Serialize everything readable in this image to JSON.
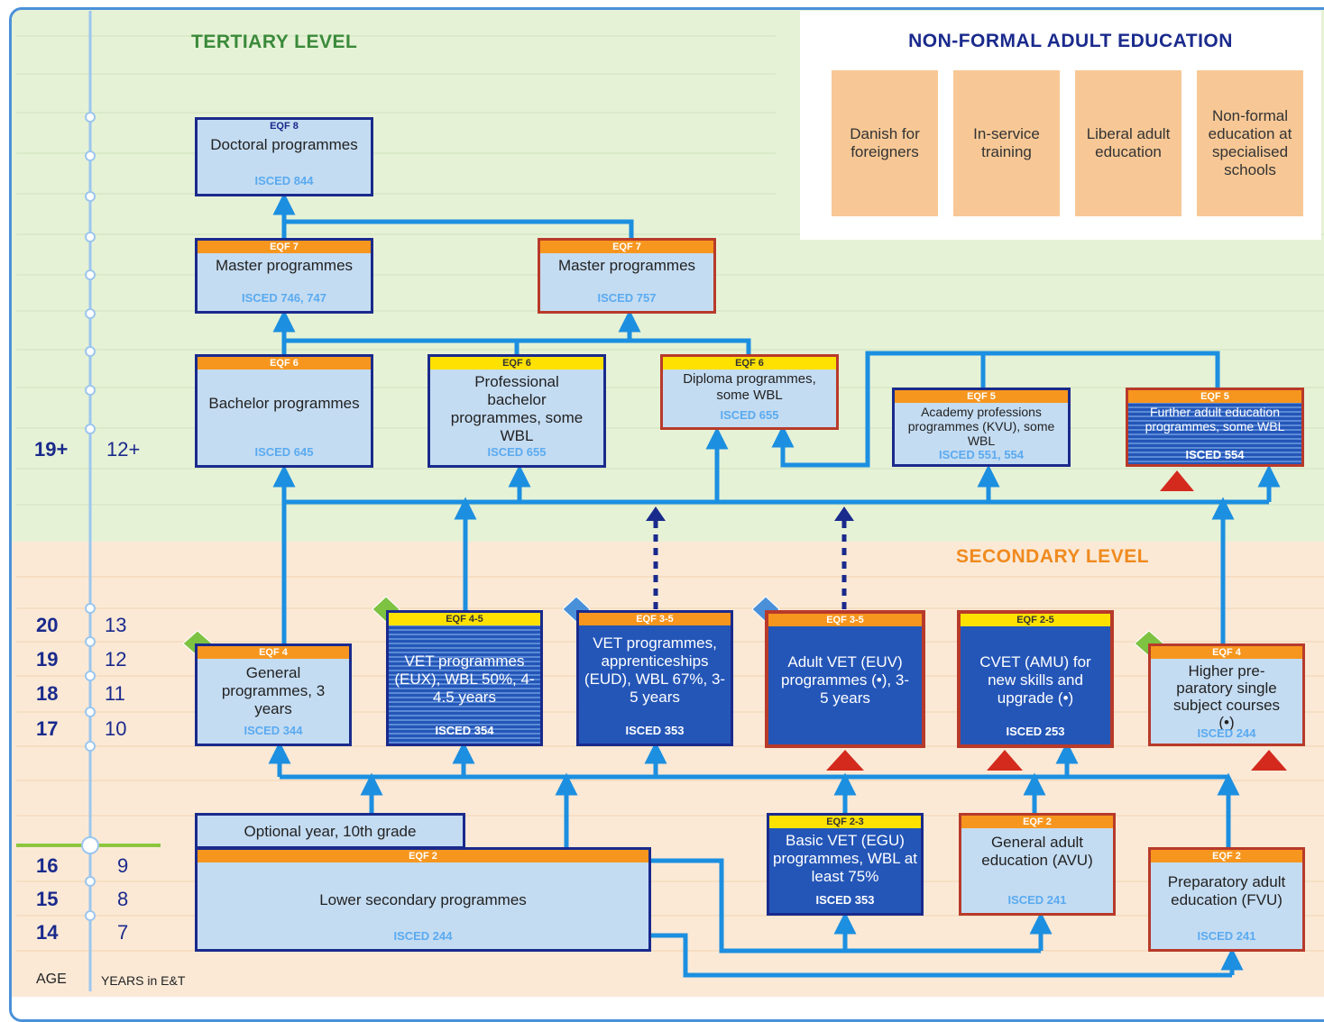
{
  "headings": {
    "tertiary": "TERTIARY LEVEL",
    "secondary": "SECONDARY LEVEL",
    "non_formal": "NON-FORMAL ADULT EDUCATION"
  },
  "non_formal": [
    "Danish for foreigners",
    "In-service training",
    "Liberal adult education",
    "Non-formal education at specialised schools"
  ],
  "programmes": {
    "doctoral": {
      "eqf": "EQF 8",
      "name": "Doctoral programmes",
      "isced": "ISCED 844"
    },
    "master_uni": {
      "eqf": "EQF 7",
      "name": "Master programmes",
      "isced": "ISCED 746, 747"
    },
    "master_adult": {
      "eqf": "EQF 7",
      "name": "Master programmes",
      "isced": "ISCED 757"
    },
    "bachelor": {
      "eqf": "EQF 6",
      "name": "Bachelor programmes",
      "isced": "ISCED 645"
    },
    "prof_bachelor": {
      "eqf": "EQF 6",
      "name": "Professional bachelor programmes, some WBL",
      "isced": "ISCED 655"
    },
    "diploma": {
      "eqf": "EQF 6",
      "name": "Diploma programmes, some WBL",
      "isced": "ISCED 655"
    },
    "academy": {
      "eqf": "EQF 5",
      "name": "Academy professions programmes (KVU), some WBL",
      "isced": "ISCED 551, 554"
    },
    "further_adult": {
      "eqf": "EQF 5",
      "name": "Further adult education programmes, some WBL",
      "isced": "ISCED 554"
    },
    "general": {
      "eqf": "EQF 4",
      "name": "General programmes, 3 years",
      "isced": "ISCED 344"
    },
    "vet_eux": {
      "eqf": "EQF 4-5",
      "name": "VET programmes (EUX), WBL 50%, 4-4.5 years",
      "isced": "ISCED 354"
    },
    "vet_eud": {
      "eqf": "EQF 3-5",
      "name": "VET programmes, apprenticeships (EUD), WBL 67%, 3-5 years",
      "isced": "ISCED 353"
    },
    "adult_vet": {
      "eqf": "EQF 3-5",
      "name": "Adult VET (EUV) programmes (•), 3-5 years",
      "isced": ""
    },
    "cvet": {
      "eqf": "EQF 2-5",
      "name": "CVET (AMU) for new skills and upgrade (•)",
      "isced": "ISCED 253"
    },
    "higher_prep": {
      "eqf": "EQF 4",
      "name": "Higher pre-paratory single subject courses (•)",
      "isced": "ISCED 244"
    },
    "optional_year": {
      "name": "Optional year, 10th grade"
    },
    "lower_secondary": {
      "eqf": "EQF 2",
      "name": "Lower secondary programmes",
      "isced": "ISCED 244"
    },
    "basic_vet": {
      "eqf": "EQF 2-3",
      "name": "Basic VET (EGU) programmes, WBL at least 75%",
      "isced": "ISCED 353"
    },
    "general_adult": {
      "eqf": "EQF 2",
      "name": "General adult education (AVU)",
      "isced": "ISCED 241"
    },
    "preparatory_adult": {
      "eqf": "EQF 2",
      "name": "Preparatory adult education (FVU)",
      "isced": "ISCED 241"
    }
  },
  "axis": {
    "age_label": "AGE",
    "years_label": "YEARS in E&T",
    "rows": [
      {
        "age": "19+",
        "years": "12+"
      },
      {
        "age": "20",
        "years": "13"
      },
      {
        "age": "19",
        "years": "12"
      },
      {
        "age": "18",
        "years": "11"
      },
      {
        "age": "17",
        "years": "10"
      },
      {
        "age": "16",
        "years": "9"
      },
      {
        "age": "15",
        "years": "8"
      },
      {
        "age": "14",
        "years": "7"
      }
    ]
  },
  "colors": {
    "tertiary_bg": "#e6f2d6",
    "secondary_bg": "#fbe9d6",
    "flow_blue": "#1c8fe0",
    "navy": "#1a2a8c",
    "box_light": "#c4dcf2",
    "box_dark": "#2456b8",
    "eqf_orange": "#f7961e",
    "eqf_yellow": "#ffe100",
    "non_formal_box": "#f7c896",
    "red_marker": "#d42a1e",
    "green_diamond": "#7ec242",
    "tertiary_heading": "#3a8a3a",
    "secondary_heading": "#f08a1e"
  }
}
